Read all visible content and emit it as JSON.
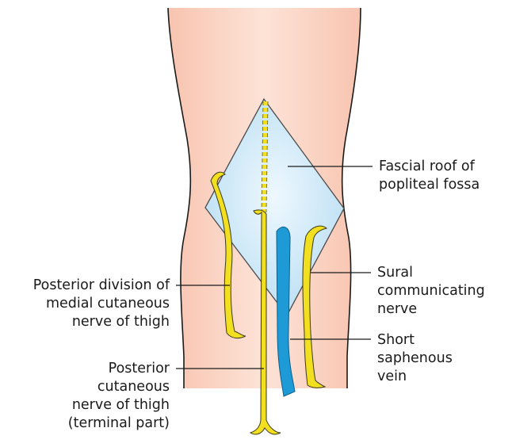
{
  "diagram": {
    "labels": {
      "fascial_roof": "Fascial roof of\npopliteal fossa",
      "sural_nerve": "Sural\ncommunicating\nnerve",
      "short_saphenous": "Short\nsaphenous\nvein",
      "posterior_division": "Posterior division of\nmedial cutaneous\nnerve of thigh",
      "posterior_cutaneous": "Posterior\ncutaneous\nnerve of thigh\n(terminal part)"
    },
    "colors": {
      "skin_fill": "#fbd5c6",
      "skin_outline": "#1a1a1a",
      "fascia_fill": "#c8e8f8",
      "fascia_stroke": "#4a4a4a",
      "nerve": "#f2df1f",
      "nerve_outline": "#3a3a1a",
      "vein": "#1e9ad6",
      "leader_line": "#1a1a1a"
    }
  }
}
